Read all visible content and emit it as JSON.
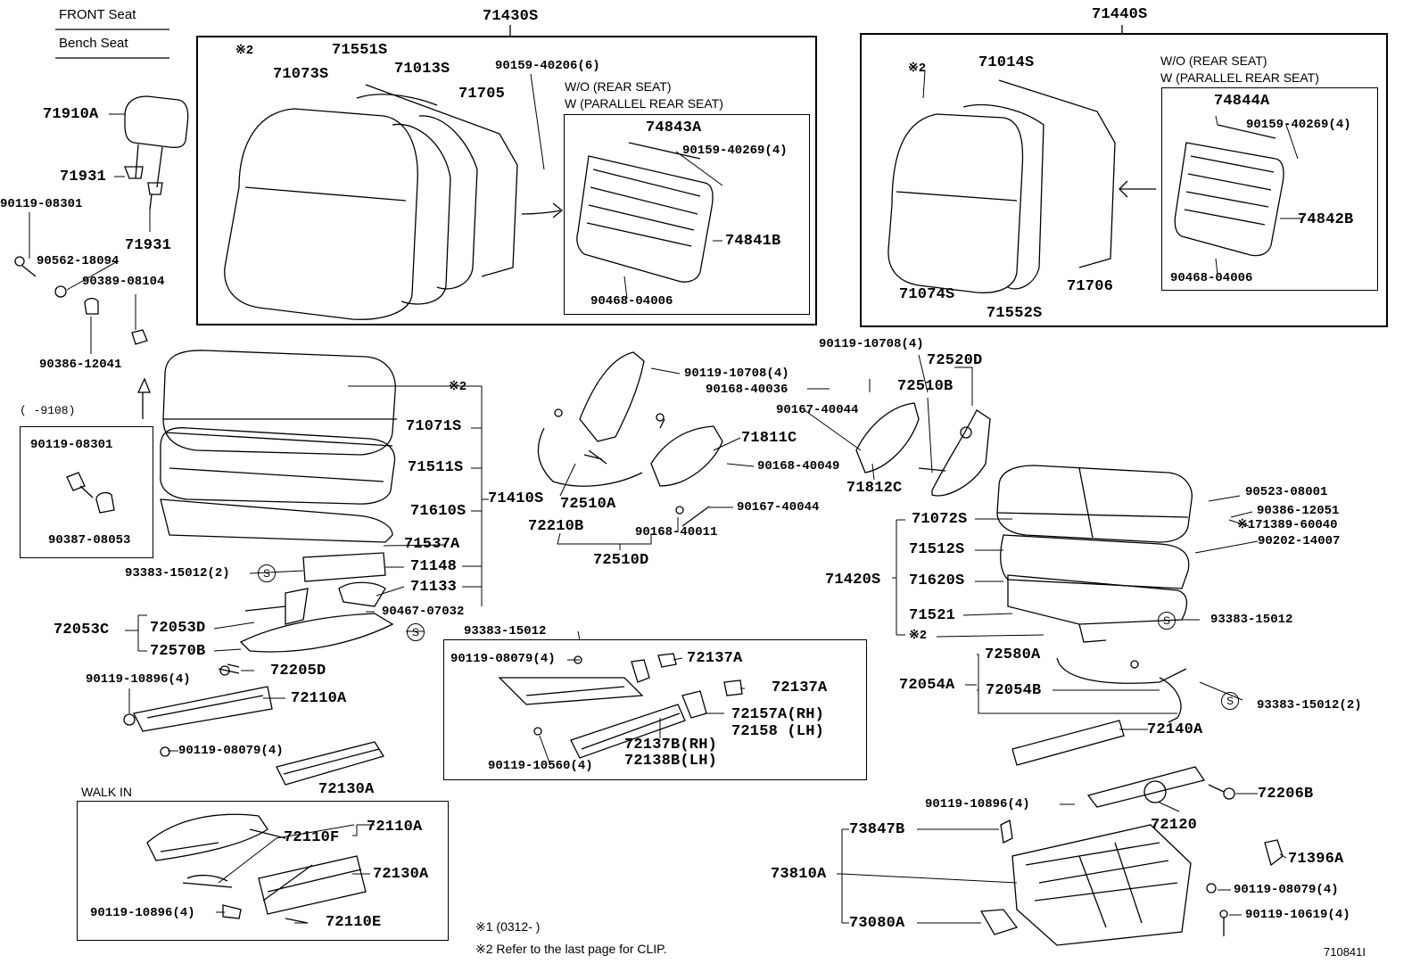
{
  "header": {
    "line1": "FRONT Seat",
    "line2": "Bench Seat"
  },
  "assemblies": {
    "a": "71430S",
    "b": "71440S",
    "c": "71410S",
    "d": "71420S",
    "e": "72510D",
    "f": "72520D"
  },
  "labels": {
    "l01": "※2",
    "l02": "71551S",
    "l03": "71073S",
    "l04": "71013S",
    "l05": "71705",
    "l06": "90159-40206(6)",
    "l07": "W/O (REAR SEAT)",
    "l08": "W (PARALLEL REAR SEAT)",
    "l09": "74843A",
    "l10": "90159-40269(4)",
    "l11": "74841B",
    "l12": "90468-04006",
    "l13": "71910A",
    "l14": "71931",
    "l15": "90119-08301",
    "l16": "71931",
    "l17": "90562-18094",
    "l18": "90389-08104",
    "l19": "90386-12041",
    "l20": "※2",
    "l21": "71014S",
    "l22": "W/O (REAR SEAT)",
    "l23": "W (PARALLEL REAR SEAT)",
    "l24": "74844A",
    "l25": "90159-40269(4)",
    "l26": "74842B",
    "l27": "90468-04006",
    "l28": "71074S",
    "l29": "71552S",
    "l30": "71706",
    "l31": "※2",
    "l32": "71071S",
    "l33": "71511S",
    "l34": "71610S",
    "l35": "71537A",
    "l36": "71148",
    "l37": "71133",
    "l38": "93383-15012(2)",
    "l39": "90467-07032",
    "l40": "(     -9108)",
    "l41": "90119-08301",
    "l42": "90387-08053",
    "l43": "72053C",
    "l44": "72053D",
    "l45": "72570B",
    "l46": "93383-15012",
    "l47": "72205D",
    "l48": "90119-10896(4)",
    "l49": "72110A",
    "l50": "90119-08079(4)",
    "l51": "72130A",
    "l52": "WALK IN",
    "l53": "72110A",
    "l54": "72110F",
    "l55": "72130A",
    "l56": "90119-10896(4)",
    "l57": "72110E",
    "l58": "90119-10708(4)",
    "l59": "90168-40036",
    "l60": "90167-40044",
    "l61": "71811C",
    "l62": "90168-40049",
    "l63": "90167-40044",
    "l64": "90168-40011",
    "l65": "72510A",
    "l66": "72210B",
    "l67": "90119-10708(4)",
    "l68": "72510B",
    "l69": "71812C",
    "l70": "90119-08079(4)",
    "l71": "72137A",
    "l72": "72137A",
    "l73": "72157A(RH)",
    "l74": "72158  (LH)",
    "l75": "72137B(RH)",
    "l76": "72138B(LH)",
    "l77": "90119-10560(4)",
    "l78": "90523-08001",
    "l79": "90386-12051",
    "l80": "※171389-60040",
    "l81": "90202-14007",
    "l82": "71072S",
    "l83": "71512S",
    "l84": "71620S",
    "l85": "71521",
    "l86": "※2",
    "l87": "93383-15012",
    "l88": "72580A",
    "l89": "72054A",
    "l90": "72054B",
    "l91": "93383-15012(2)",
    "l92": "72140A",
    "l93": "90119-10896(4)",
    "l94": "72120",
    "l95": "72206B",
    "l96": "73847B",
    "l97": "73810A",
    "l98": "73080A",
    "l99": "71396A",
    "l100": "90119-08079(4)",
    "l101": "90119-10619(4)"
  },
  "circle_symbol": "S",
  "notes": {
    "n1": "※1 (0312-   )",
    "n2": "※2  Refer to the last page for CLIP."
  },
  "figure_id": "710841I"
}
